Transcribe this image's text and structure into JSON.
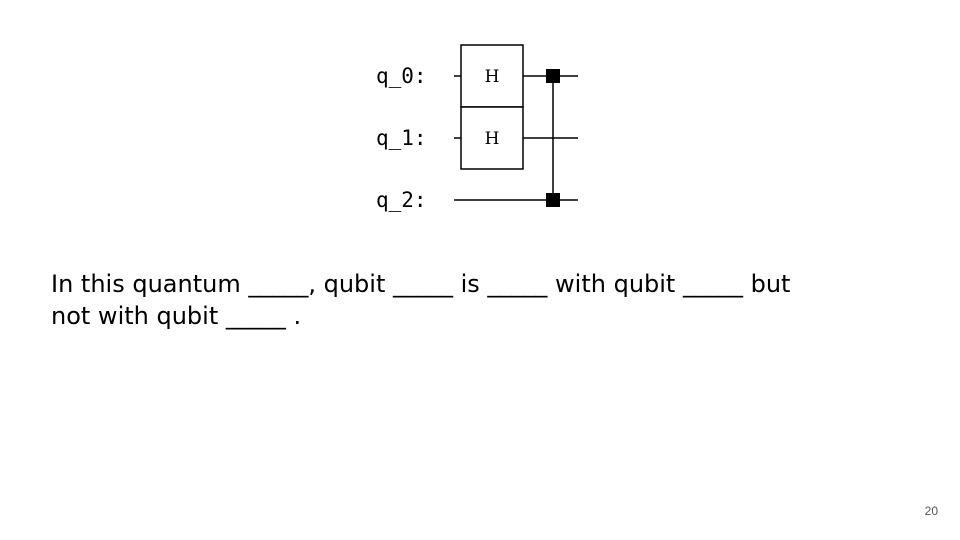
{
  "circuit": {
    "qubits": [
      "q_0:",
      "q_1:",
      "q_2:"
    ],
    "gates": [
      {
        "type": "H",
        "qubit": 0,
        "label": "H"
      },
      {
        "type": "H",
        "qubit": 1,
        "label": "H"
      },
      {
        "type": "controlled-Z",
        "qubits": [
          0,
          2
        ]
      }
    ]
  },
  "prompt": {
    "line1": "In this quantum _____, qubit _____ is _____ with qubit _____ but",
    "line2": "not with qubit _____ ."
  },
  "slide": {
    "number": "20"
  }
}
